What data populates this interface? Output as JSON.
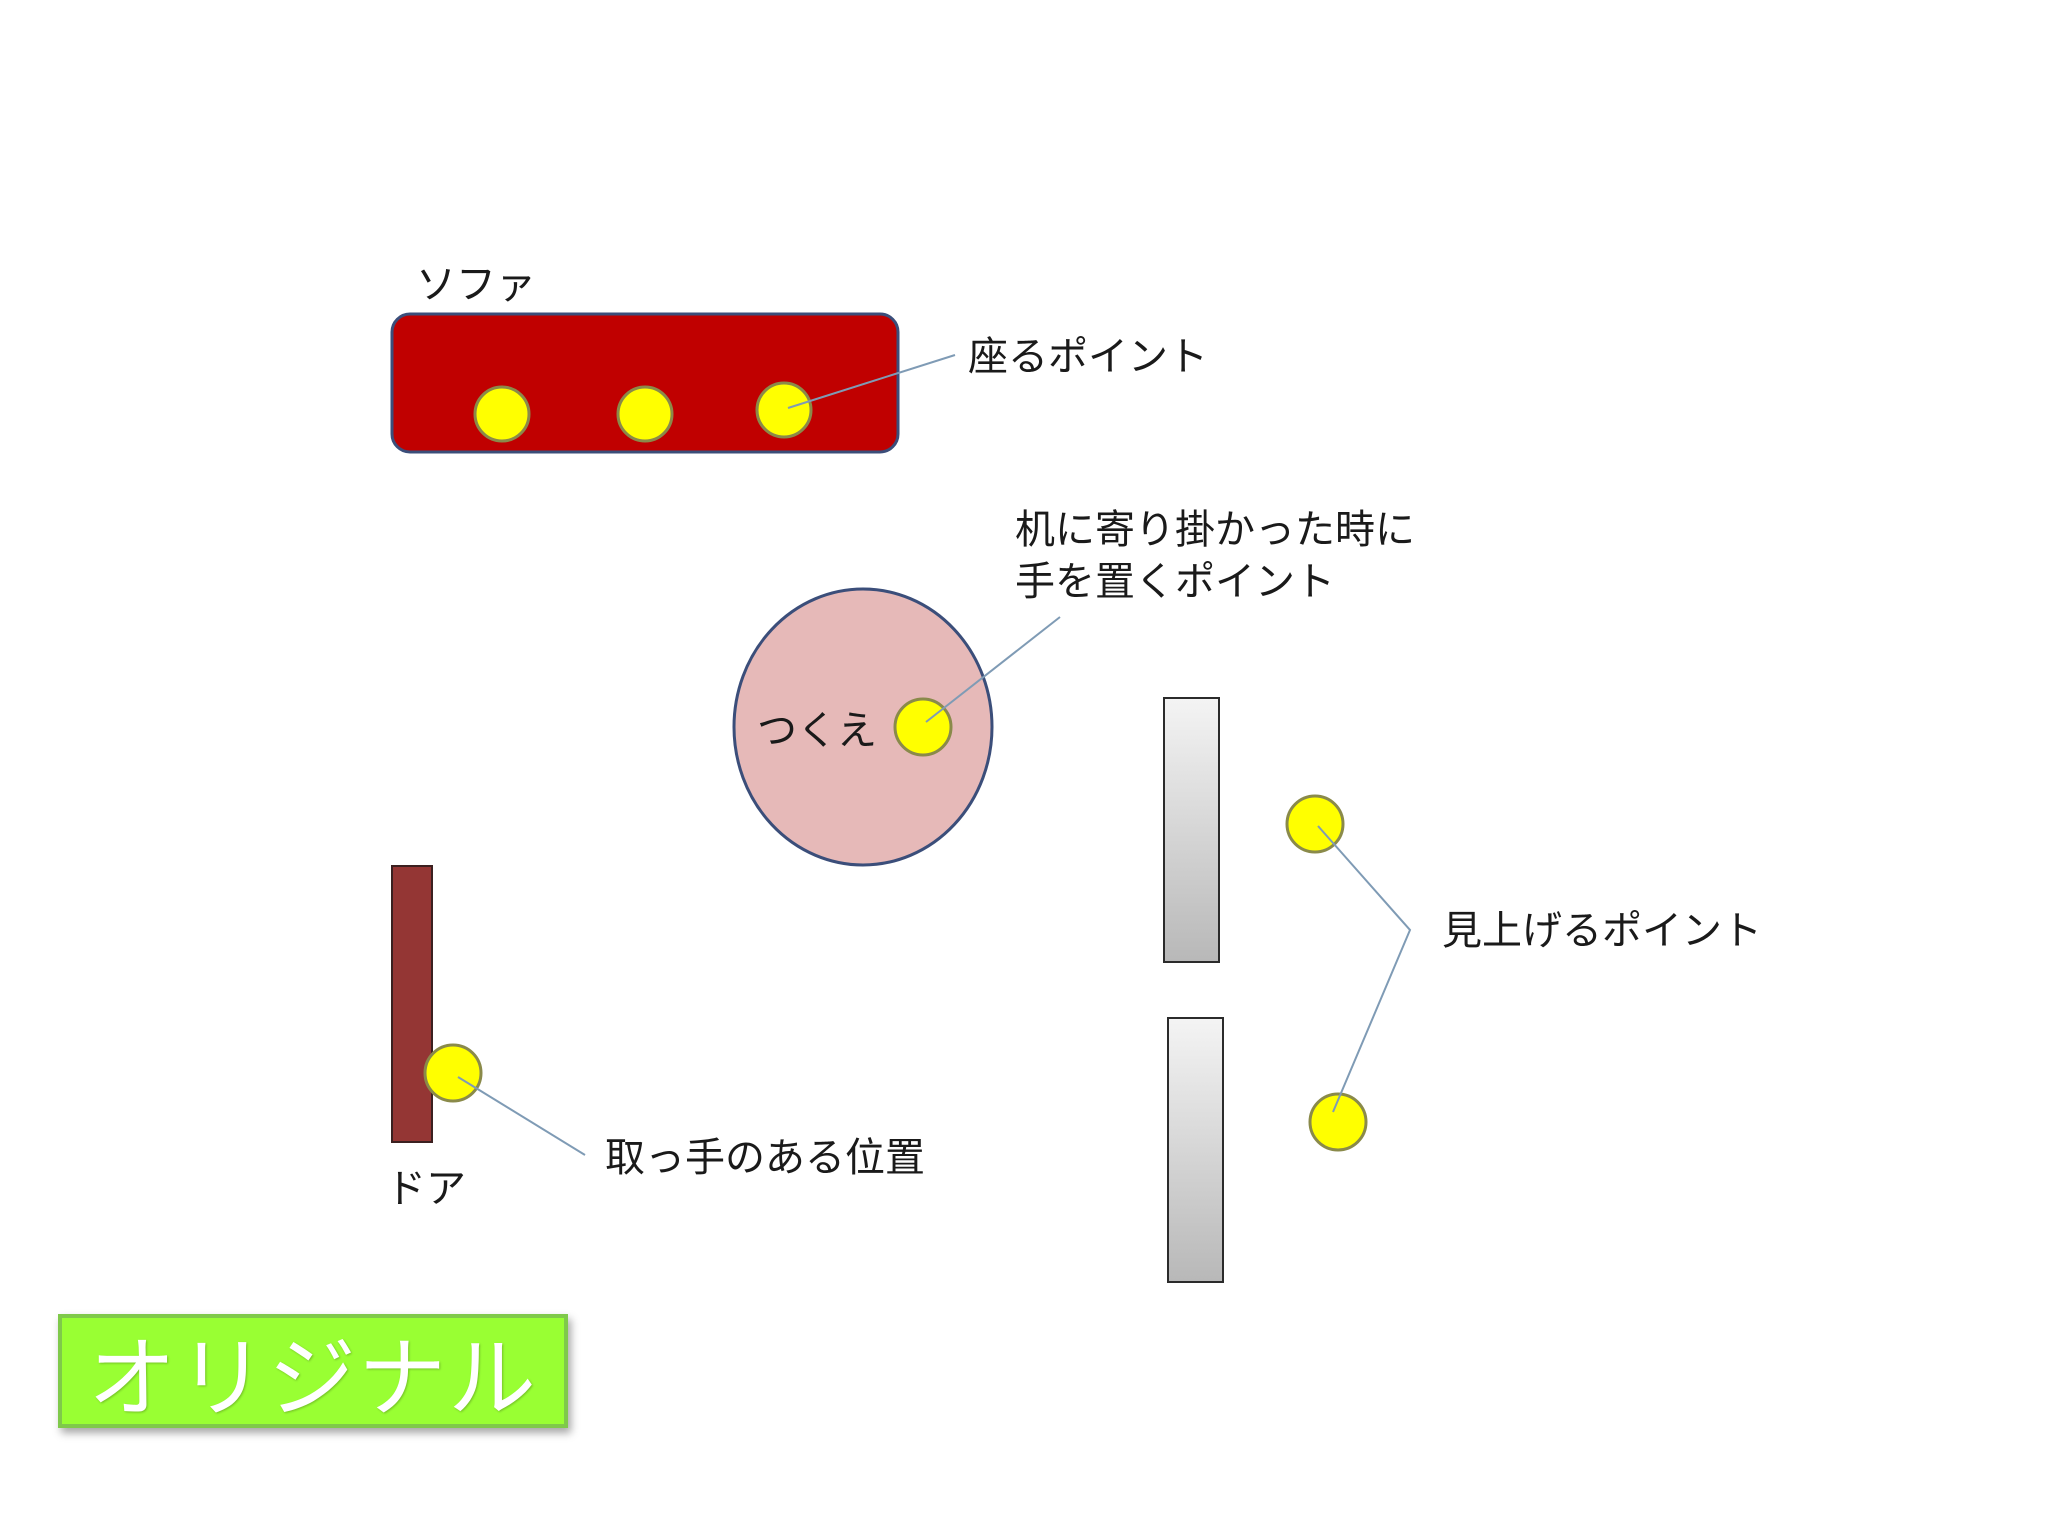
{
  "labels": {
    "sofa": "ソファ",
    "sit_point": "座るポイント",
    "desk_point_line1": "机に寄り掛かった時に",
    "desk_point_line2": "手を置くポイント",
    "desk": "つくえ",
    "look_up_point": "見上げるポイント",
    "door": "ドア",
    "handle_point": "取っ手のある位置"
  },
  "badge": {
    "text": "オリジナル"
  },
  "colors": {
    "sofa": "#c00000",
    "desk": "#e6b9b8",
    "door": "#943634",
    "point": "#ffff00",
    "point_stroke": "#8a8a4a",
    "outline": "#3b4e7a",
    "leader": "#7f9bb5",
    "panel_light": "#f2f2f2",
    "panel_dark": "#bfbfbf",
    "badge_bg": "#99ff33"
  }
}
